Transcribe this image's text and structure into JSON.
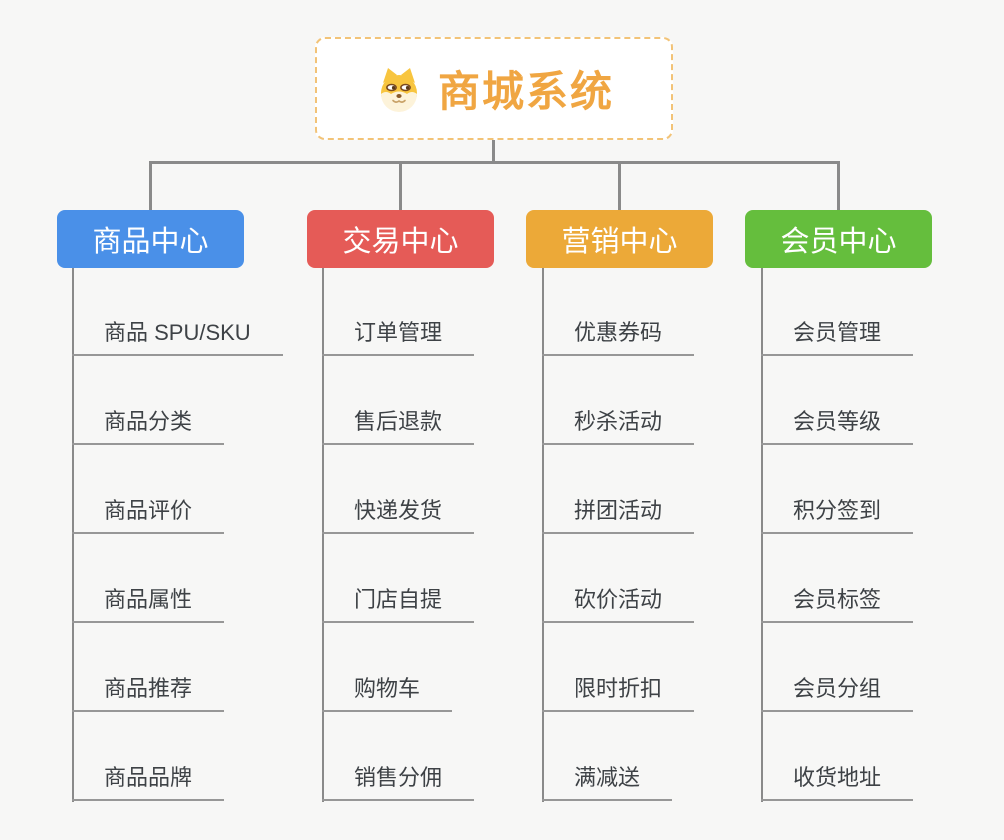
{
  "canvas": {
    "background": "#F7F7F6"
  },
  "connector": {
    "color": "#8A8A8A"
  },
  "root": {
    "title": "商城系统",
    "icon": "dog-face",
    "text_color": "#F0A642",
    "border_color": "#F2C377",
    "fill": "#FFFFFF"
  },
  "leaf_style": {
    "text_color": "#3E4246",
    "underline_color": "#979797"
  },
  "branches": [
    {
      "label": "商品中心",
      "color": "#4A90E8",
      "items": [
        "商品 SPU/SKU",
        "商品分类",
        "商品评价",
        "商品属性",
        "商品推荐",
        "商品品牌"
      ]
    },
    {
      "label": "交易中心",
      "color": "#E55B57",
      "items": [
        "订单管理",
        "售后退款",
        "快递发货",
        "门店自提",
        "购物车",
        "销售分佣"
      ]
    },
    {
      "label": "营销中心",
      "color": "#ECA938",
      "items": [
        "优惠券码",
        "秒杀活动",
        "拼团活动",
        "砍价活动",
        "限时折扣",
        "满减送"
      ]
    },
    {
      "label": "会员中心",
      "color": "#65BE3D",
      "items": [
        "会员管理",
        "会员等级",
        "积分签到",
        "会员标签",
        "会员分组",
        "收货地址"
      ]
    }
  ]
}
